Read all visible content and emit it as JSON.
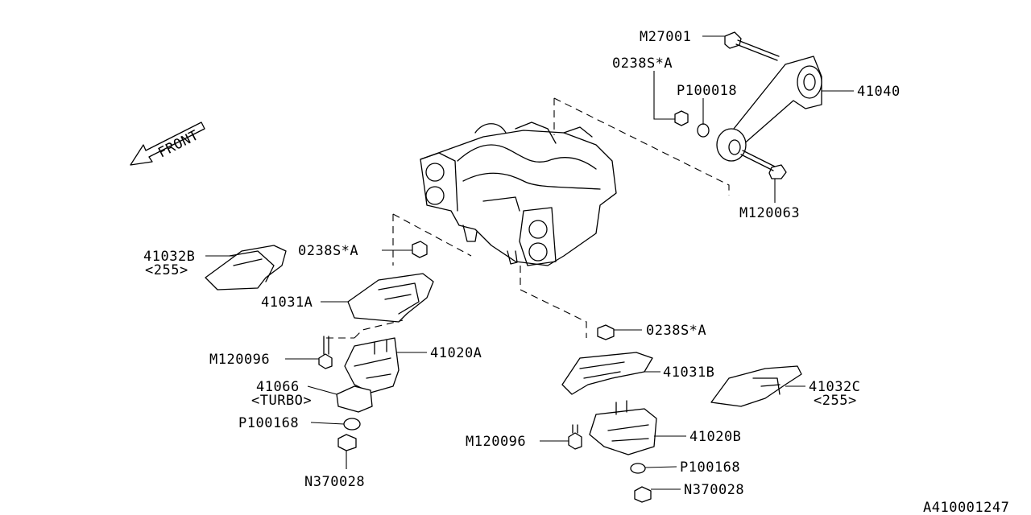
{
  "front_label": "FRONT",
  "diagram_id": "A410001247",
  "callouts": {
    "m27001": "M27001",
    "c0238_top": "0238S*A",
    "p100018": "P100018",
    "p41040": "41040",
    "m120063": "M120063",
    "p41032b": "41032B",
    "p41032b_sub": "<255>",
    "c0238_left": "0238S*A",
    "p41031a": "41031A",
    "m120096_left": "M120096",
    "p41020a": "41020A",
    "p41066": "41066",
    "p41066_sub": "<TURBO>",
    "p100168_left": "P100168",
    "n370028_left": "N370028",
    "c0238_right": "0238S*A",
    "p41031b": "41031B",
    "p41032c": "41032C",
    "p41032c_sub": "<255>",
    "m120096_right": "M120096",
    "p41020b": "41020B",
    "p100168_right": "P100168",
    "n370028_right": "N370028"
  }
}
